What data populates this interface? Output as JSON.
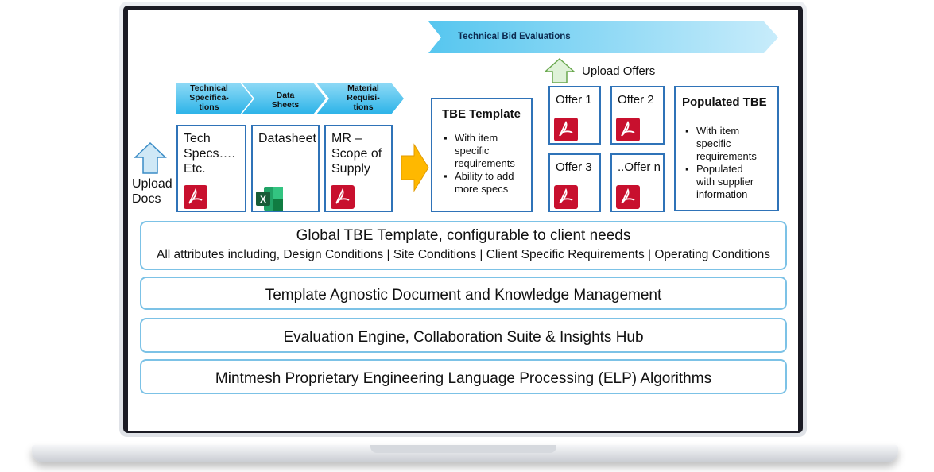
{
  "header": {
    "main_banner": "Technical Bid Evaluations"
  },
  "pipeline": {
    "headers": [
      {
        "lines": [
          "Technical",
          "Specifica-",
          "tions"
        ]
      },
      {
        "lines": [
          "Data",
          "Sheets"
        ]
      },
      {
        "lines": [
          "Material",
          "Requisi-",
          "tions"
        ]
      }
    ],
    "upload_docs": [
      "Upload",
      "Docs"
    ],
    "documents": [
      {
        "lines": [
          "Tech",
          "Specs….",
          "Etc."
        ],
        "icon": "pdf-icon"
      },
      {
        "lines": [
          "Datasheet"
        ],
        "icon": "excel-icon"
      },
      {
        "lines": [
          "MR –",
          "Scope of",
          "Supply"
        ],
        "icon": "pdf-icon"
      }
    ]
  },
  "tbe_template": {
    "title": "TBE Template",
    "bullets": [
      [
        "With item",
        "specific",
        "requirements"
      ],
      [
        "Ability to add",
        "more specs"
      ]
    ]
  },
  "offers": {
    "upload_label": "Upload Offers",
    "items": [
      "Offer 1",
      "Offer 2",
      "Offer 3",
      "..Offer n"
    ]
  },
  "populated_tbe": {
    "title": "Populated TBE",
    "bullets": [
      [
        "With item",
        "specific",
        "requirements"
      ],
      [
        "Populated",
        "with supplier",
        "information"
      ]
    ]
  },
  "bands": [
    {
      "title": "Global TBE Template, configurable to client needs",
      "subtitle": "All attributes including, Design Conditions | Site Conditions | Client Specific Requirements | Operating Conditions"
    },
    {
      "title": "Template Agnostic Document and Knowledge Management"
    },
    {
      "title": "Evaluation Engine, Collaboration Suite & Insights Hub"
    },
    {
      "title": "Mintmesh Proprietary Engineering Language Processing (ELP) Algorithms"
    }
  ],
  "colors": {
    "accent_blue": "#2f73b8",
    "band_border": "#7cc2e6",
    "arrow_yellow": "#ffb800",
    "pdf_red": "#c8102e",
    "excel_green": "#1d6f42"
  }
}
